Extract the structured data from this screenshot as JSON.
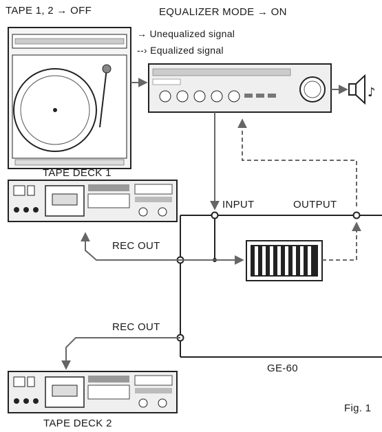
{
  "header": {
    "tape_mode": "TAPE 1, 2 → OFF",
    "eq_mode": "EQUALIZER MODE → ON"
  },
  "legend": {
    "unequalized": "→ Unequalized signal",
    "equalized": "--› Equalized signal"
  },
  "labels": {
    "tape_deck_1": "TAPE DECK 1",
    "tape_deck_2": "TAPE DECK 2",
    "input": "INPUT",
    "output": "OUTPUT",
    "rec_out_1": "REC OUT",
    "rec_out_2": "REC OUT",
    "unit": "GE-60",
    "figure": "Fig. 1"
  }
}
